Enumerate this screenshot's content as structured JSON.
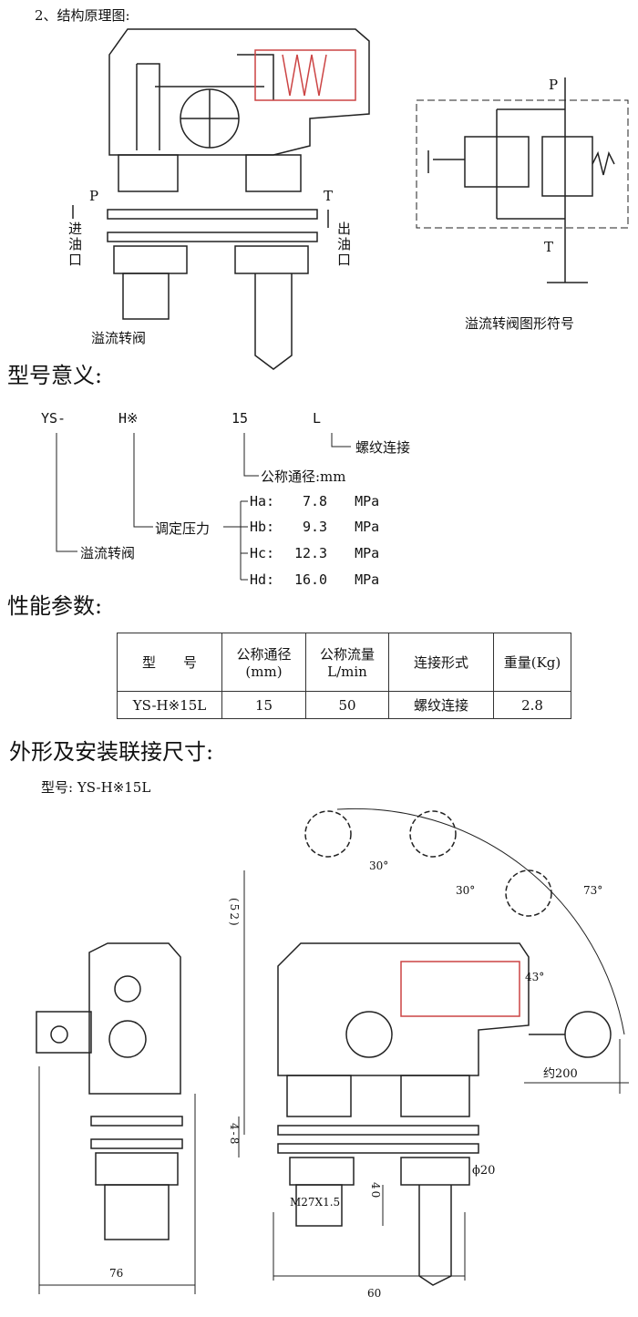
{
  "section1": {
    "title": "2、结构原理图:",
    "port_p": "P",
    "port_t": "T",
    "inlet": "进油口",
    "outlet": "出油口",
    "caption": "溢流转阀",
    "symbol_p": "P",
    "symbol_t": "T",
    "symbol_caption": "溢流转阀图形符号"
  },
  "section2": {
    "title": "型号意义:",
    "code": [
      "YS-",
      "H※",
      "15",
      "L"
    ],
    "connection": "螺纹连接",
    "diameter": "公称通径:mm",
    "pressure": "调定压力",
    "valve": "溢流转阀",
    "pressures": [
      {
        "code": "Ha:",
        "value": "7.8",
        "unit": "MPa"
      },
      {
        "code": "Hb:",
        "value": "9.3",
        "unit": "MPa"
      },
      {
        "code": "Hc:",
        "value": "12.3",
        "unit": "MPa"
      },
      {
        "code": "Hd:",
        "value": "16.0",
        "unit": "MPa"
      }
    ]
  },
  "section3": {
    "title": "性能参数:",
    "headers": [
      [
        "型　　号",
        ""
      ],
      [
        "公称通径",
        "(mm)"
      ],
      [
        "公称流量",
        "L/min"
      ],
      [
        "连接形式",
        ""
      ],
      [
        "重量(Kg)",
        ""
      ]
    ],
    "row": [
      "YS-H※15L",
      "15",
      "50",
      "螺纹连接",
      "2.8"
    ]
  },
  "section4": {
    "title": "外形及安装联接尺寸:",
    "model": "型号: YS-H※15L",
    "dims": {
      "d76": "76",
      "d52": "(52)",
      "d48": "4-8",
      "thread": "M27X1.5",
      "d40": "40",
      "phi20": "ϕ20",
      "d60": "60",
      "d200": "约200",
      "a30a": "30°",
      "a30b": "30°",
      "a73": "73°",
      "a43": "43°"
    }
  }
}
